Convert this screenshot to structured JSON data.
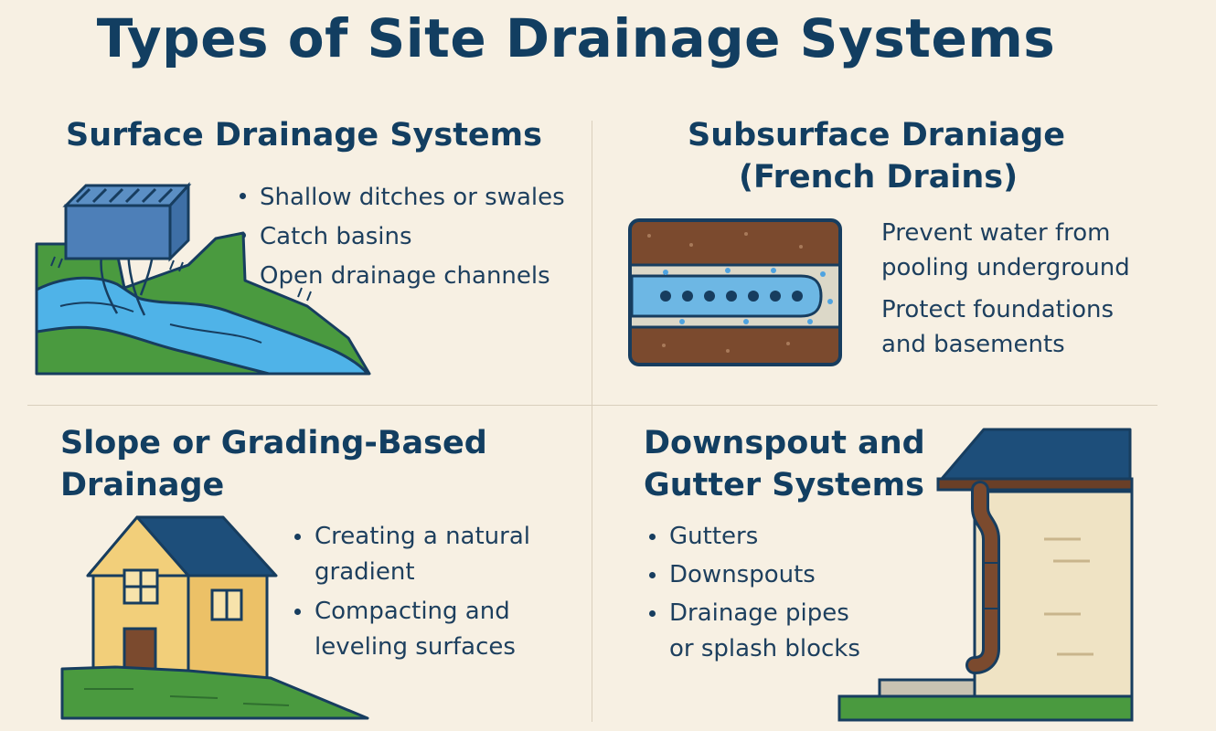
{
  "title": "Types of Site Drainage Systems",
  "sections": [
    {
      "heading": "Surface Drainage Systems",
      "bullets": [
        "Shallow ditches or swales",
        "Catch basins",
        "Open drainage channels"
      ],
      "icon": "catch-basin-stream-illustration"
    },
    {
      "heading_line1": "Subsurface Draniage",
      "heading_line2": "(French Drains)",
      "points": [
        {
          "line1": "Prevent water from",
          "line2": "pooling underground"
        },
        {
          "line1": "Protect foundations",
          "line2": "and basements"
        }
      ],
      "icon": "french-drain-cross-section-illustration"
    },
    {
      "heading_line1": "Slope or Grading-Based",
      "heading_line2": "Drainage",
      "bullets": [
        {
          "line1": "Creating a natural",
          "line2": "gradient"
        },
        {
          "line1": "Compacting and",
          "line2": "leveling surfaces"
        }
      ],
      "icon": "house-on-slope-illustration"
    },
    {
      "heading_line1": "Downspout and",
      "heading_line2": "Gutter Systems",
      "bullets": [
        {
          "line1": "Gutters",
          "line2": ""
        },
        {
          "line1": "Downspouts",
          "line2": ""
        },
        {
          "line1": "Drainage pipes",
          "line2": "or splash blocks"
        }
      ],
      "icon": "gutter-downspout-illustration"
    }
  ],
  "colors": {
    "background": "#f7f0e3",
    "navy": "#123e61",
    "water": "#4fb3e8",
    "grass": "#4a9a3f",
    "soil": "#7b4a2e",
    "house": "#f2cf7a",
    "wall": "#efe3c4"
  }
}
